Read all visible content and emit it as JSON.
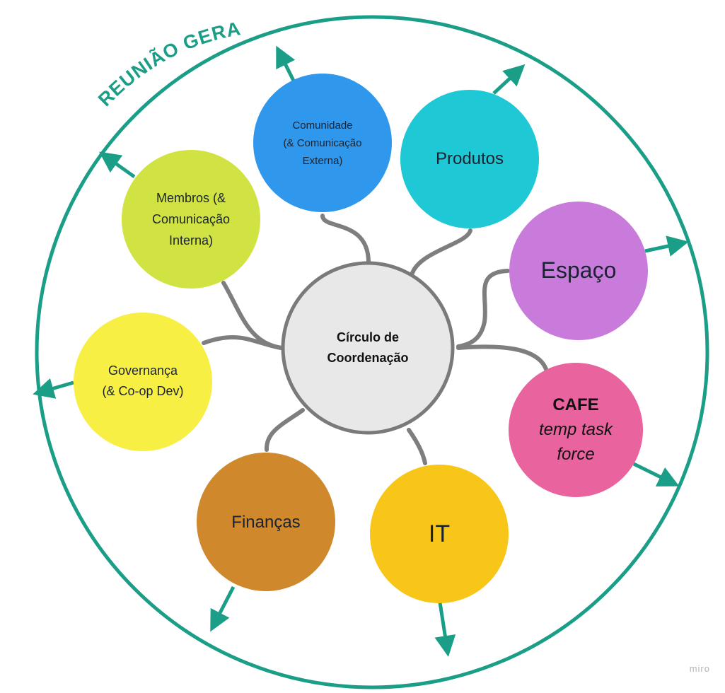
{
  "outer": {
    "label": "REUNIÃO GERAL",
    "color": "#1a9e87"
  },
  "center": {
    "lines": [
      "Círculo de",
      "Coordenação"
    ],
    "fill": "#e8e8e8",
    "stroke": "#7a7a7a"
  },
  "connector_color": "#7e7e7e",
  "nodes": [
    {
      "id": "comunidade",
      "lines": [
        "Comunidade",
        "(& Comunicação",
        "Externa)"
      ],
      "fill": "#2f97ec"
    },
    {
      "id": "produtos",
      "lines": [
        "Produtos"
      ],
      "fill": "#1ec8d4"
    },
    {
      "id": "espaco",
      "lines": [
        "Espaço"
      ],
      "fill": "#c97bdb"
    },
    {
      "id": "cafe",
      "lines": [
        "CAFE",
        "temp task",
        "force"
      ],
      "fill": "#e9649e"
    },
    {
      "id": "it",
      "lines": [
        "IT"
      ],
      "fill": "#f7c619"
    },
    {
      "id": "financas",
      "lines": [
        "Finanças"
      ],
      "fill": "#cf882b"
    },
    {
      "id": "governanca",
      "lines": [
        "Governança",
        "(& Co-op Dev)"
      ],
      "fill": "#f8ef44"
    },
    {
      "id": "membros",
      "lines": [
        "Membros (&",
        "Comunicação",
        "Interna)"
      ],
      "fill": "#d1e342"
    }
  ],
  "watermark": "miro"
}
